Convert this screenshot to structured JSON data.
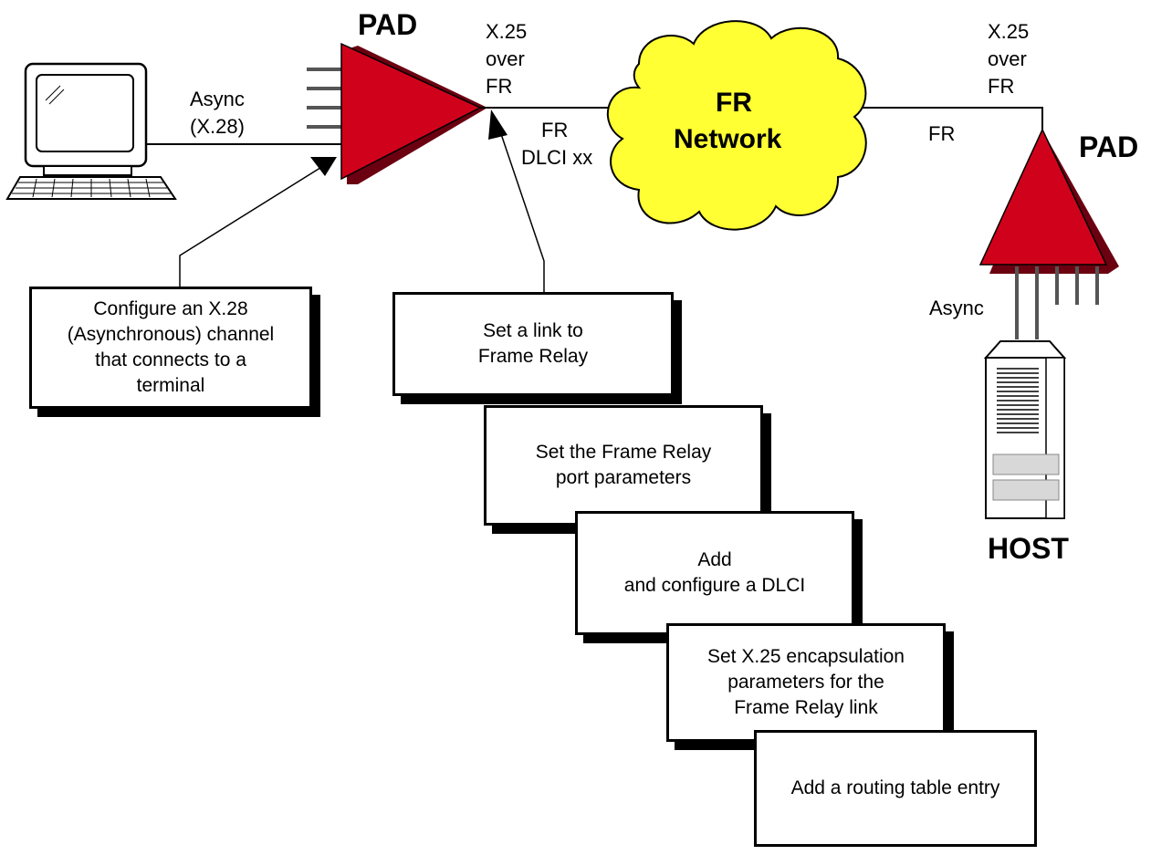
{
  "labels": {
    "pad_left": "PAD",
    "pad_right": "PAD",
    "async_x28_line1": "Async",
    "async_x28_line2": "(X.28)",
    "x25_left_1": "X.25",
    "x25_left_2": "over",
    "x25_left_3": "FR",
    "fr_dlci_1": "FR",
    "fr_dlci_2": "DLCI xx",
    "cloud_1": "FR",
    "cloud_2": "Network",
    "x25_right_1": "X.25",
    "x25_right_2": "over",
    "x25_right_3": "FR",
    "fr_right": "FR",
    "async_right": "Async",
    "host": "HOST"
  },
  "boxes": {
    "configure_x28": "Configure an X.28\n(Asynchronous) channel\nthat connects to a\nterminal",
    "set_link": "Set a  link to\nFrame Relay",
    "set_port": "Set the Frame Relay\nport parameters",
    "add_dlci": "Add\nand configure a DLCI",
    "set_encap": "Set X.25 encapsulation\nparameters for the\nFrame Relay link",
    "add_route": "Add a routing table entry"
  },
  "colors": {
    "pad_red": "#d0021b",
    "pad_shadow": "#6b0010",
    "cloud_yellow": "#ffff33",
    "line": "#000000",
    "host_gray": "#d8d8d8"
  }
}
